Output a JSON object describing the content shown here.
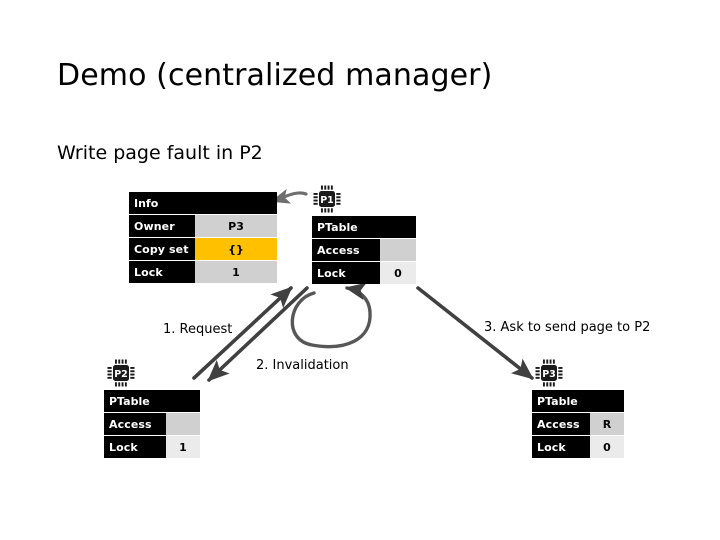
{
  "slide": {
    "title": "Demo (centralized manager)",
    "subtitle": "Write page fault in P2"
  },
  "manager": {
    "header": "Info",
    "rows": [
      {
        "key": "Owner",
        "value": "P3",
        "highlight": "grey"
      },
      {
        "key": "Copy set",
        "value": "{}",
        "highlight": "gold"
      },
      {
        "key": "Lock",
        "value": "1",
        "highlight": "grey"
      }
    ]
  },
  "nodes": [
    {
      "id": "p1",
      "chip_label": "P1",
      "header": "PTable",
      "rows": [
        {
          "key": "Access",
          "value": "",
          "highlight": "blank"
        },
        {
          "key": "Lock",
          "value": "0",
          "highlight": "lgrey"
        }
      ]
    },
    {
      "id": "p2",
      "chip_label": "P2",
      "header": "PTable",
      "rows": [
        {
          "key": "Access",
          "value": "",
          "highlight": "blank"
        },
        {
          "key": "Lock",
          "value": "1",
          "highlight": "lgrey"
        }
      ]
    },
    {
      "id": "p3",
      "chip_label": "P3",
      "header": "PTable",
      "rows": [
        {
          "key": "Access",
          "value": "R",
          "highlight": "grey"
        },
        {
          "key": "Lock",
          "value": "0",
          "highlight": "lgrey"
        }
      ]
    }
  ],
  "arrows": {
    "request": "1. Request",
    "invalidation": "2. Invalidation",
    "ask_send": "3. Ask to send page to P2"
  },
  "colors": {
    "table_header_bg": "#000000",
    "table_header_fg": "#ffffff",
    "value_grey": "#d0d0d0",
    "value_light_grey": "#ebebeb",
    "highlight_gold": "#ffc000",
    "arrow_stroke": "#404040",
    "background": "#ffffff"
  }
}
